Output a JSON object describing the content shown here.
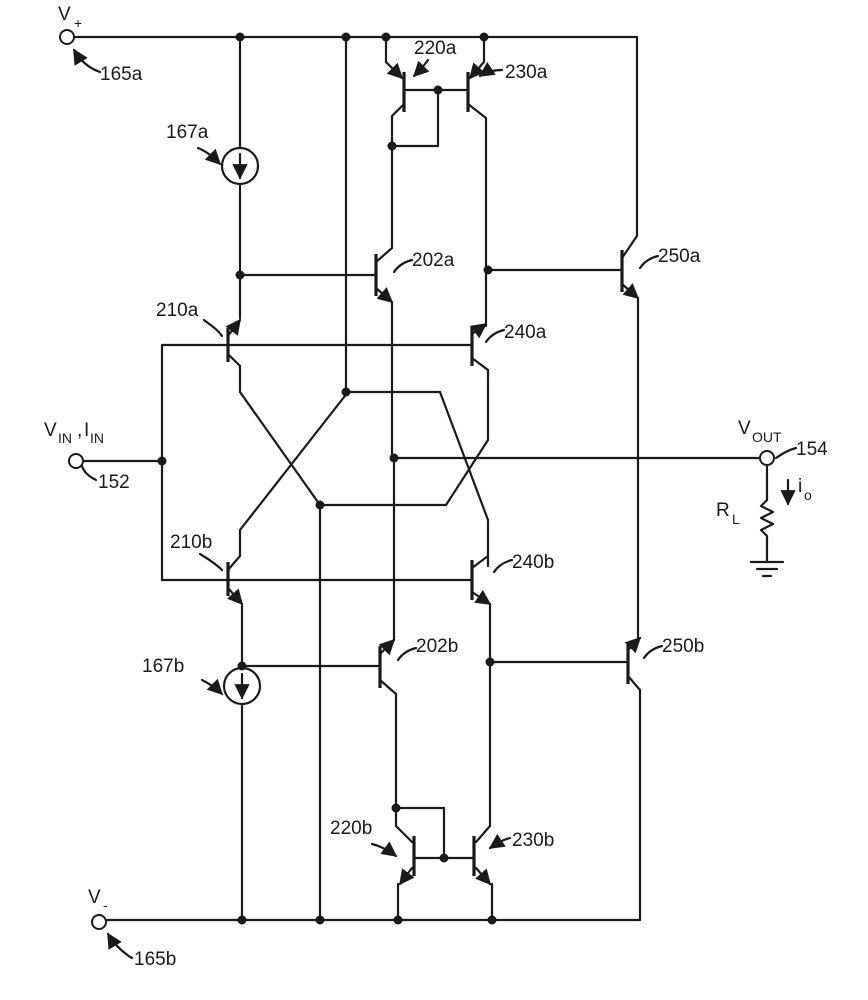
{
  "terminals": {
    "vplus": {
      "symbol": "V",
      "subscript": "+",
      "ref": "165a"
    },
    "vminus": {
      "symbol": "V",
      "subscript": "-",
      "ref": "165b"
    },
    "vin": {
      "symbol_a": "V",
      "sub_a": "IN",
      "comma": ",",
      "symbol_b": "I",
      "sub_b": "IN",
      "ref": "152"
    },
    "vout": {
      "symbol": "V",
      "subscript": "OUT",
      "ref": "154"
    }
  },
  "current_sources": {
    "top": "167a",
    "bottom": "167b"
  },
  "transistors": {
    "q210a": "210a",
    "q210b": "210b",
    "q202a": "202a",
    "q202b": "202b",
    "q220a": "220a",
    "q230a": "230a",
    "q220b": "220b",
    "q230b": "230b",
    "q240a": "240a",
    "q240b": "240b",
    "q250a": "250a",
    "q250b": "250b"
  },
  "load": {
    "resistor": {
      "symbol": "R",
      "subscript": "L"
    },
    "current": {
      "symbol": "i",
      "subscript": "o"
    }
  }
}
